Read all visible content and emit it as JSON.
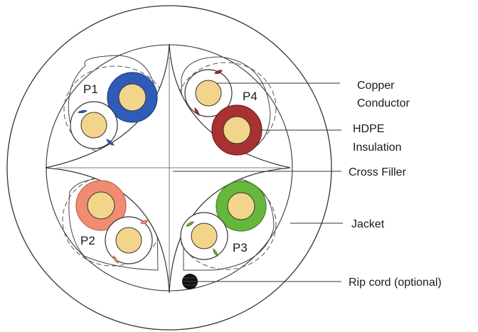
{
  "pairs": {
    "p1": {
      "label": "P1",
      "color": "#2f5cb8"
    },
    "p2": {
      "label": "P2",
      "color": "#f08c73"
    },
    "p3": {
      "label": "P3",
      "color": "#66b83c"
    },
    "p4": {
      "label": "P4",
      "color": "#a83232"
    }
  },
  "labels": {
    "copper_line1": "Copper",
    "copper_line2": "Conductor",
    "hdpe_line1": "HDPE",
    "hdpe_line2": "Insulation",
    "cross_filler": "Cross Filler",
    "jacket": "Jacket",
    "rip_cord": "Rip cord (optional)"
  },
  "colors": {
    "copper": "#f2d58a",
    "line": "#333333",
    "rip_cord": "#111111",
    "white_insulation": "#ffffff"
  }
}
